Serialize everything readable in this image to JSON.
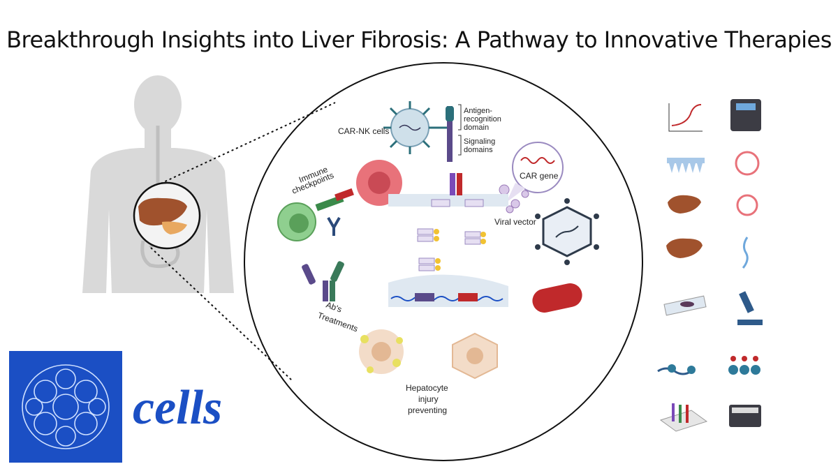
{
  "title": "Breakthrough Insights into Liver Fibrosis: A Pathway to Innovative Therapies",
  "labels": {
    "car_nk": "CAR-NK cells",
    "antigen1": "Antigen-",
    "antigen2": "recognition",
    "antigen3": "domain",
    "signaling1": "Signaling",
    "signaling2": "domains",
    "car_gene": "CAR gene",
    "viral_vector": "Viral vector",
    "immune1": "Immune",
    "immune2": "checkpoints",
    "ab1": "Ab's",
    "ab2": "Treatments",
    "hep1": "Hepatocyte",
    "hep2": "injury",
    "hep3": "preventing"
  },
  "logo": {
    "word": "cells"
  },
  "colors": {
    "liver": "#a0522d",
    "blue": "#1b4fc4",
    "pill": "#c0292b",
    "nk_cell": "#cfe0ea",
    "tcell": "#8fcf8f",
    "tumor": "#e8727a"
  },
  "icons": [
    "qpcr-curve-icon",
    "sequencer-icon",
    "pcr-strip-icon",
    "plasmid-icon",
    "liver-icon",
    "circular-dna-icon",
    "liver-icon",
    "peptide-chain-icon",
    "slide-icon",
    "microscope-icon",
    "chromatin-icon",
    "nucleosome-icon",
    "chip-icon",
    "analyzer-icon"
  ]
}
